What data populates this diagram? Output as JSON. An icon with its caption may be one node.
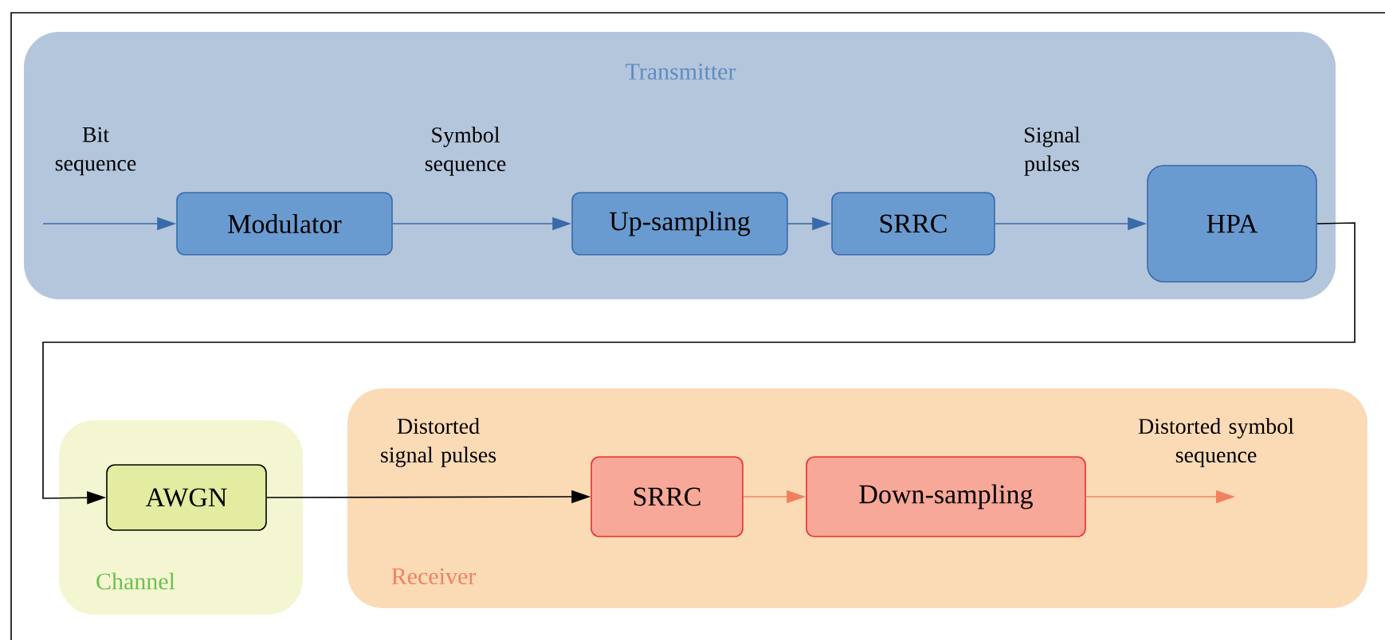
{
  "diagram": {
    "nodes": [
      {
        "text": [
          "Transmitter"
        ]
      },
      {
        "text": [
          "Modulator"
        ],
        "in": 0
      },
      {
        "text": [
          "Up-sampling"
        ],
        "in": 0
      },
      {
        "text": [
          "SRRC"
        ],
        "in": 0
      },
      {
        "text": [
          "HPA"
        ],
        "in": 0
      },
      {
        "text": [
          "Channel"
        ]
      },
      {
        "text": [
          "AWGN"
        ],
        "in": 5
      },
      {
        "text": [
          "Receiver"
        ]
      },
      {
        "text": [
          "SRRC"
        ],
        "in": 7
      },
      {
        "text": [
          "Down-sampling"
        ],
        "in": 7
      }
    ],
    "edges": [
      {
        "from": null,
        "to": 1,
        "arrow": "to",
        "label": "Bit sequence",
        "color": "#3a6aaa"
      },
      {
        "from": 1,
        "to": 2,
        "arrow": "to",
        "label": "Symbol sequence",
        "color": "#3a6aaa"
      },
      {
        "from": 2,
        "to": 3,
        "arrow": "to",
        "color": "#3a6aaa"
      },
      {
        "from": 3,
        "to": 4,
        "arrow": "to",
        "label": "Signal pulses",
        "color": "#3a6aaa"
      },
      {
        "from": 4,
        "to": 6,
        "arrow": "to",
        "color": "#000000"
      },
      {
        "from": 6,
        "to": 8,
        "arrow": "to",
        "label": "Distorted signal pulses",
        "color": "#000000"
      },
      {
        "from": 8,
        "to": 9,
        "arrow": "to",
        "color": "#f08060"
      },
      {
        "from": 9,
        "to": null,
        "arrow": "to",
        "label": "Distorted symbol sequence",
        "color": "#f08060"
      }
    ]
  }
}
